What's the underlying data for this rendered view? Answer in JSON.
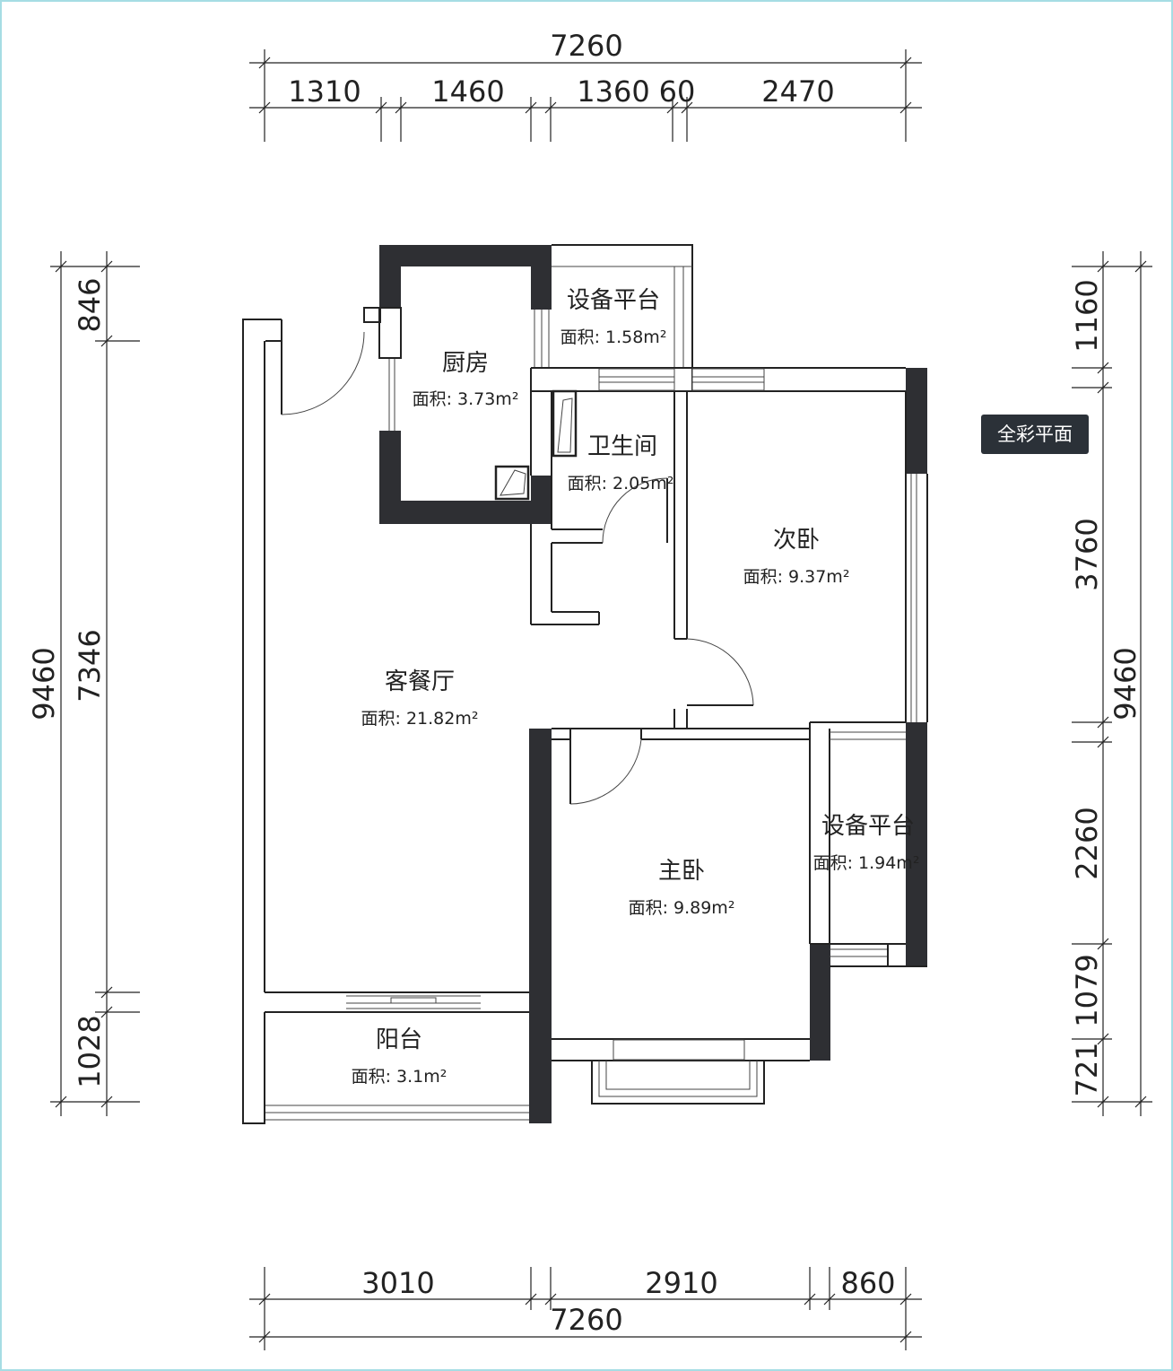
{
  "badge": {
    "label": "全彩平面"
  },
  "dims": {
    "top_total": "7260",
    "top_segments": [
      "1310",
      "1460",
      "1360",
      "60",
      "2470"
    ],
    "bottom_segments": [
      "3010",
      "2910",
      "860"
    ],
    "bottom_total": "7260",
    "left_outer": "9460",
    "left_segments": [
      "846",
      "7346",
      "1028"
    ],
    "right_total": "9460",
    "right_segments": [
      "1160",
      "3760",
      "2260",
      "1079",
      "721"
    ]
  },
  "rooms": [
    {
      "name": "设备平台",
      "area": "面积: 1.58m²"
    },
    {
      "name": "厨房",
      "area": "面积: 3.73m²"
    },
    {
      "name": "卫生间",
      "area": "面积: 2.05m²"
    },
    {
      "name": "次卧",
      "area": "面积: 9.37m²"
    },
    {
      "name": "客餐厅",
      "area": "面积: 21.82m²"
    },
    {
      "name": "设备平台",
      "area": "面积: 1.94m²"
    },
    {
      "name": "主卧",
      "area": "面积: 9.89m²"
    },
    {
      "name": "阳台",
      "area": "面积: 3.1m²"
    }
  ]
}
